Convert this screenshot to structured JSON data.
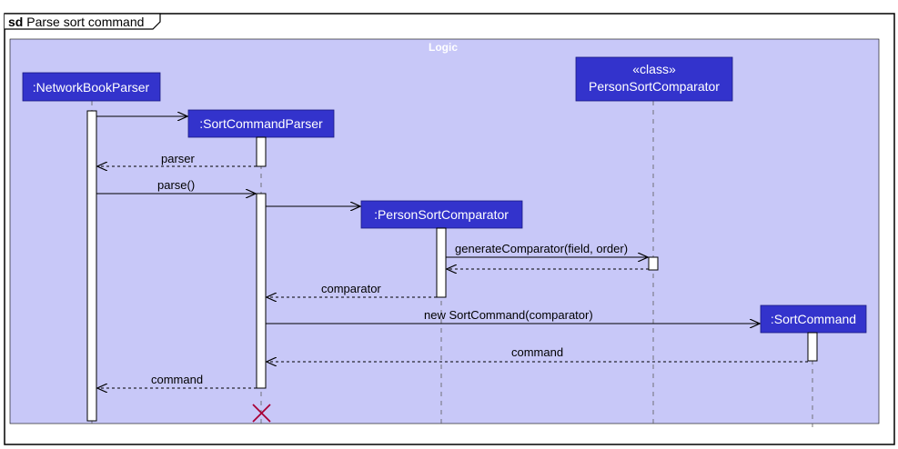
{
  "frame": {
    "keyword": "sd",
    "title": "Parse sort command"
  },
  "box": {
    "title": "Logic"
  },
  "participants": {
    "network_book_parser": ":NetworkBookParser",
    "sort_command_parser": ":SortCommandParser",
    "person_sort_comparator_instance": ":PersonSortComparator",
    "class_stereotype": "«class»",
    "person_sort_comparator_class": "PersonSortComparator",
    "sort_command": ":SortCommand"
  },
  "messages": {
    "parser_return": "parser",
    "parse_call": "parse()",
    "generate_call": "generateComparator(field, order)",
    "comparator_return": "comparator",
    "new_sort_command": "new SortCommand(comparator)",
    "command_return_1": "command",
    "command_return_2": "command"
  },
  "colors": {
    "box_fill": "#c8c8f8",
    "participant_fill": "#3333cc",
    "destroy_mark": "#a80036",
    "frame_border": "#000000"
  }
}
